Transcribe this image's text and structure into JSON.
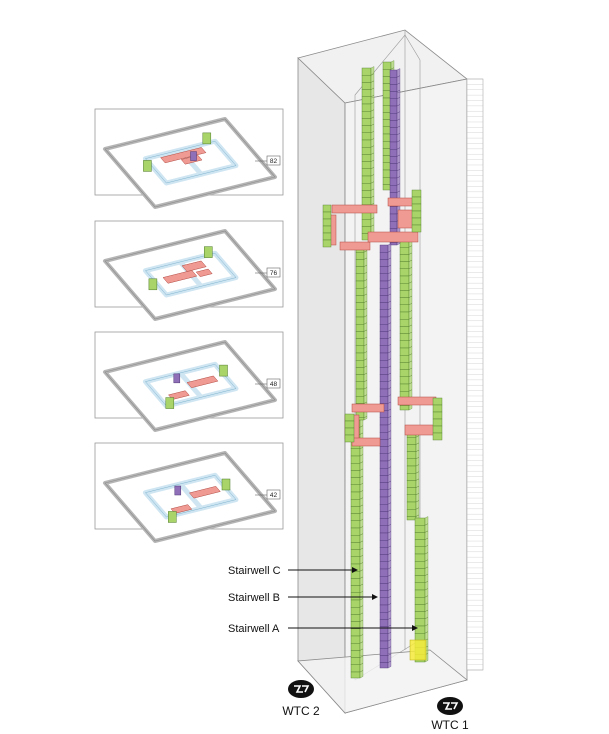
{
  "colors": {
    "stair_green": "#a9d46a",
    "stair_green_edge": "#4f7a2a",
    "stair_purple": "#8f6fb8",
    "stair_purple_edge": "#4d3576",
    "transfer_red": "#ef9a93",
    "transfer_red_edge": "#b24a42",
    "floor_blue": "#cfe6f2",
    "floor_blue_edge": "#7fb3cf",
    "highlight_yellow": "#f5ea3a",
    "shell_gray": "#e4e4e4",
    "shell_edge": "#888888"
  },
  "floor_plans": [
    {
      "floor_label": "82"
    },
    {
      "floor_label": "76"
    },
    {
      "floor_label": "48"
    },
    {
      "floor_label": "42"
    }
  ],
  "stairwell_labels": {
    "c": "Stairwell C",
    "b": "Stairwell B",
    "a": "Stairwell A"
  },
  "badges": {
    "wtc2": "WTC 2",
    "wtc1": "WTC 1",
    "icon_name": "wtc-port-authority-logo-icon"
  }
}
